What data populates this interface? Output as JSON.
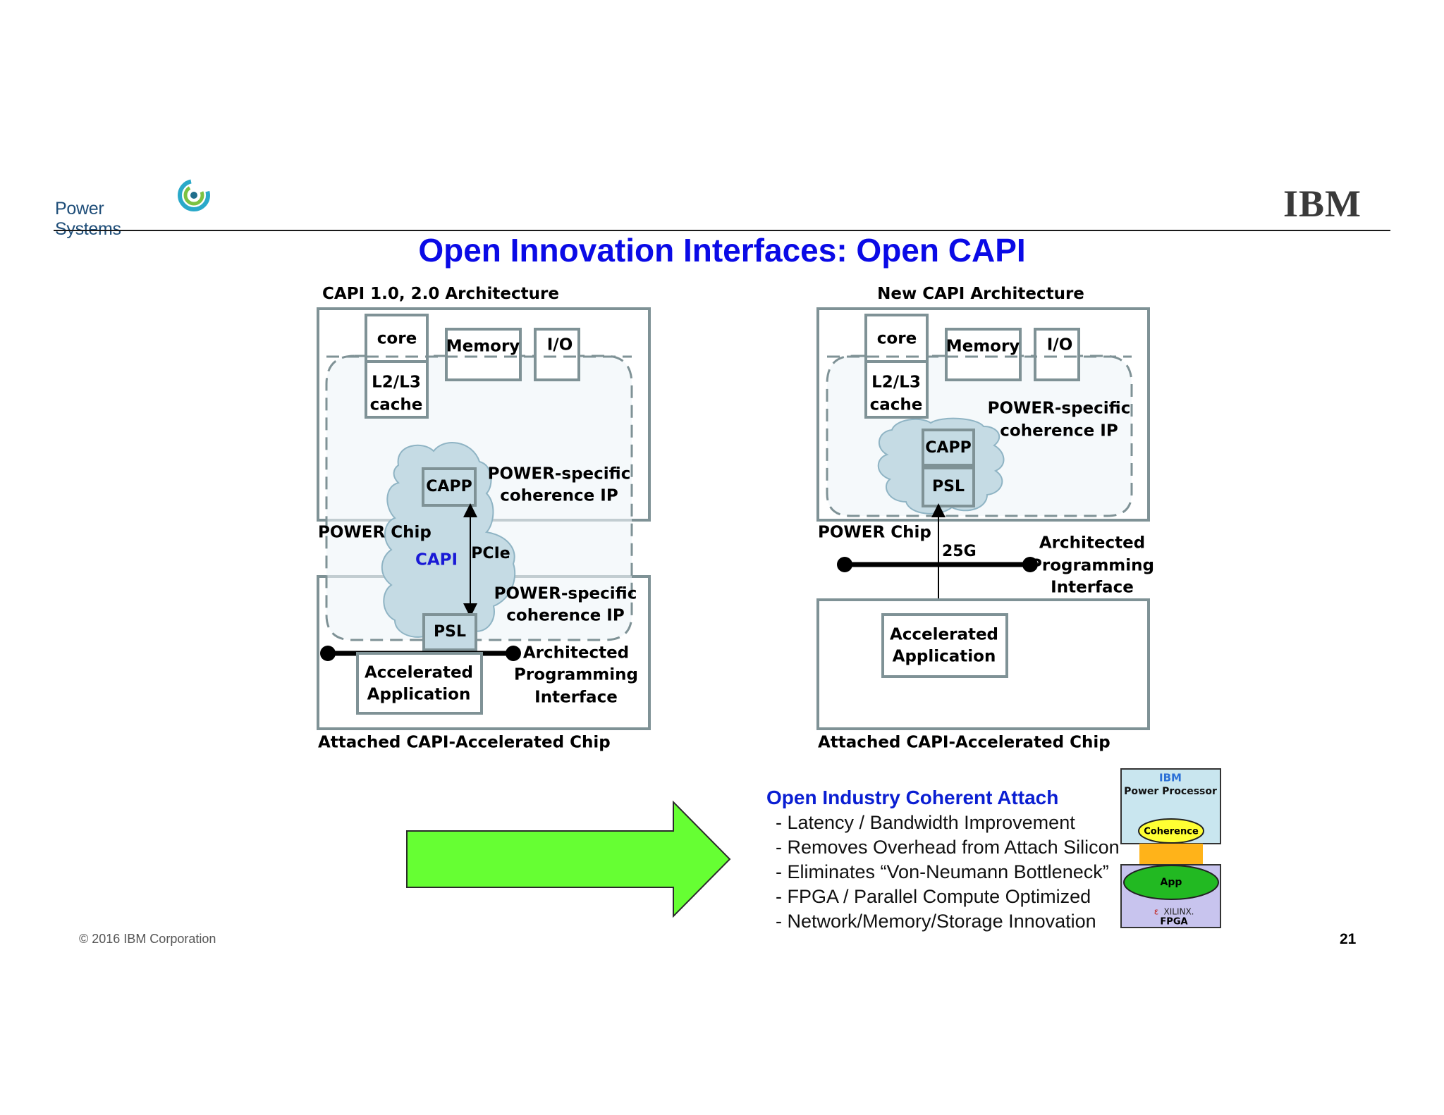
{
  "header": {
    "brand": "Power Systems",
    "logo_text": "IBM",
    "title": "Open Innovation Interfaces: Open CAPI"
  },
  "left_diagram": {
    "heading": "CAPI 1.0, 2.0 Architecture",
    "core": "core",
    "memory": "Memory",
    "io": "I/O",
    "cache_line1": "L2/L3",
    "cache_line2": "cache",
    "capp": "CAPP",
    "coherence_top_line1": "POWER-specific",
    "coherence_top_line2": "coherence IP",
    "power_chip": "POWER Chip",
    "capi": "CAPI",
    "pcie": "PCIe",
    "coherence_bottom_line1": "POWER-specific",
    "coherence_bottom_line2": "coherence IP",
    "psl": "PSL",
    "api_line1": "Architected",
    "api_line2": "Programming",
    "api_line3": "Interface",
    "app_line1": "Accelerated",
    "app_line2": "Application",
    "attached_chip": "Attached CAPI-Accelerated Chip"
  },
  "right_diagram": {
    "heading": "New CAPI Architecture",
    "core": "core",
    "memory": "Memory",
    "io": "I/O",
    "cache_line1": "L2/L3",
    "cache_line2": "cache",
    "coherence_line1": "POWER-specific",
    "coherence_line2": "coherence IP",
    "capp": "CAPP",
    "psl": "PSL",
    "power_chip": "POWER Chip",
    "link": "25G",
    "api_line1": "Architected",
    "api_line2": "Programming",
    "api_line3": "Interface",
    "app_line1": "Accelerated",
    "app_line2": "Application",
    "attached_chip": "Attached CAPI-Accelerated Chip"
  },
  "attach": {
    "title": "Open Industry Coherent Attach",
    "bullets": [
      "- Latency / Bandwidth Improvement",
      "- Removes Overhead from Attach Silicon",
      "- Eliminates “Von-Neumann Bottleneck”",
      "- FPGA / Parallel Compute Optimized",
      "- Network/Memory/Storage Innovation"
    ]
  },
  "stack_graphic": {
    "logo": "IBM",
    "processor": "Power Processor",
    "coherence": "Coherence",
    "app": "App",
    "vendor": "XILINX.",
    "fpga": "FPGA"
  },
  "colors": {
    "title_blue": "#0a0ae6",
    "box_border": "#7f9296",
    "cloud_fill": "#c5dbe4",
    "arrow_green": "#66ff33",
    "capi_blue": "#1a1ad6"
  },
  "footer": {
    "copyright": "© 2016 IBM Corporation",
    "page": "21"
  }
}
